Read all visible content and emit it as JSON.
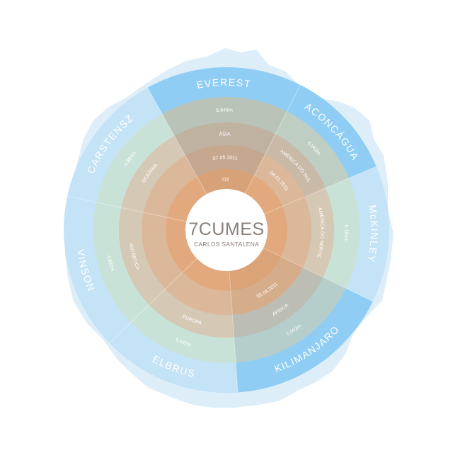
{
  "center": {
    "title": "7CUMES",
    "subtitle": "CARLOS SANTALENA"
  },
  "summits": [
    {
      "name": "EVEREST",
      "height": "8.848m",
      "continent": "ÁSIA",
      "date": "07.05.2011",
      "extra": "O2",
      "highlight": true
    },
    {
      "name": "ACONCÁGUA",
      "height": "6.962m",
      "continent": "AMÉRICA DO SUL",
      "date": "08.01.2011",
      "extra": "",
      "highlight": true
    },
    {
      "name": "McKINLEY",
      "height": "6.194m",
      "continent": "AMÉRICA DO NORTE",
      "date": "",
      "extra": "",
      "highlight": false
    },
    {
      "name": "KILIMANJARO",
      "height": "5.892m",
      "continent": "ÁFRICA",
      "date": "02.09.2011",
      "extra": "",
      "highlight": true
    },
    {
      "name": "ELBRUS",
      "height": "5.642m",
      "continent": "EUROPA",
      "date": "",
      "extra": "",
      "highlight": false
    },
    {
      "name": "VINSON",
      "height": "4.892m",
      "continent": "ANTÁRTICA",
      "date": "",
      "extra": "",
      "highlight": false
    },
    {
      "name": "CARSTENSZ",
      "height": "4.884m",
      "continent": "OCEÂNIA",
      "date": "",
      "extra": "",
      "highlight": false
    }
  ],
  "colors": {
    "background": "#ffffff",
    "ice": "#ddeef9",
    "name_ring": "#c4e3f7",
    "name_ring_highlight": "#8fcdf4",
    "height_ring": "#c9e2d8",
    "continent_ring": "#d5c8b4",
    "date_ring": "#dcb89a",
    "core": "#e3a97e",
    "everest_overlay": "#9a8a7a",
    "kilimanjaro_overlay": "#8fa8b4",
    "center_text": "#8a7f7a"
  }
}
